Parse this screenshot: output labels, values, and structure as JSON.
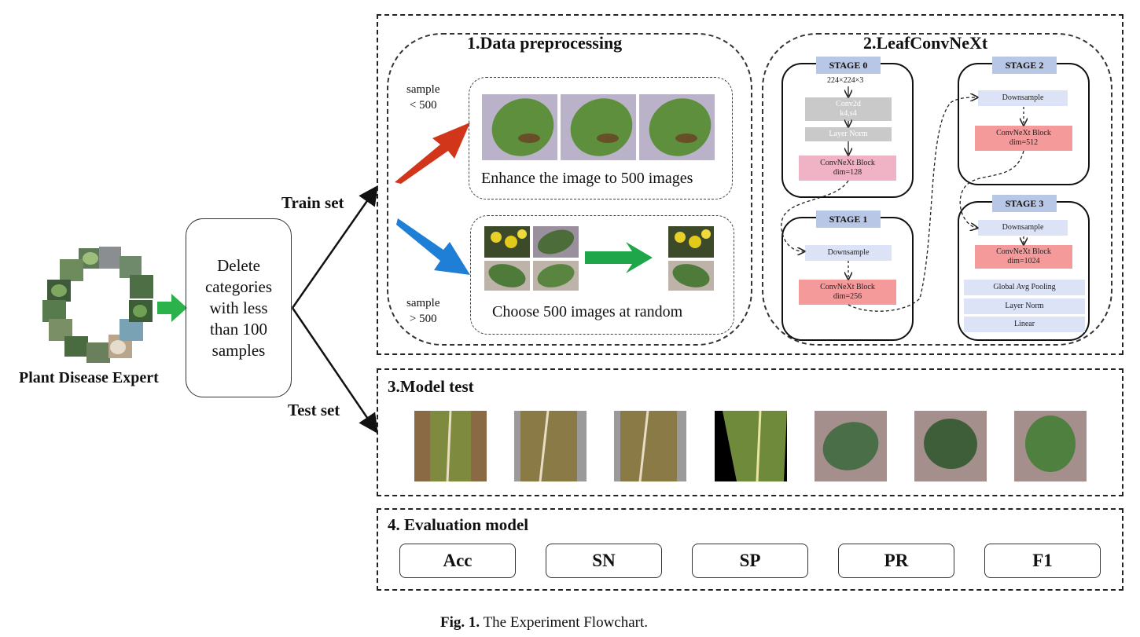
{
  "source": {
    "label": "Plant Disease Expert"
  },
  "filter_box": {
    "text_lines": [
      "Delete",
      "categories",
      "with less",
      "than 100",
      "samples"
    ]
  },
  "branches": {
    "train": "Train set",
    "test": "Test set"
  },
  "preprocessing": {
    "title": "1.Data preprocessing",
    "small_label": [
      "sample",
      "< 500"
    ],
    "large_label": [
      "sample",
      "> 500"
    ],
    "enhance_caption": "Enhance the image to 500 images",
    "random_caption": "Choose 500 images at random"
  },
  "model": {
    "title": "2.LeafConvNeXt",
    "stage0": {
      "label": "STAGE 0",
      "input": "224×224×3",
      "conv": [
        "Conv2d",
        "k4,s4"
      ],
      "norm": "Layer Norm",
      "block": [
        "ConvNeXt Block",
        "dim=128"
      ]
    },
    "stage1": {
      "label": "STAGE 1",
      "down": "Downsample",
      "block": [
        "ConvNeXt Block",
        "dim=256"
      ]
    },
    "stage2": {
      "label": "STAGE 2",
      "down": "Downsample",
      "block": [
        "ConvNeXt Block",
        "dim=512"
      ]
    },
    "stage3": {
      "label": "STAGE 3",
      "down": "Downsample",
      "block": [
        "ConvNeXt Block",
        "dim=1024"
      ],
      "pool": "Global Avg Pooling",
      "norm": "Layer Norm",
      "linear": "Linear"
    }
  },
  "model_test": {
    "title": "3.Model test"
  },
  "evaluation": {
    "title": "4. Evaluation model",
    "metrics": [
      "Acc",
      "SN",
      "SP",
      "PR",
      "F1"
    ]
  },
  "caption": {
    "fig": "Fig. 1.",
    "text": "The Experiment Flowchart."
  }
}
